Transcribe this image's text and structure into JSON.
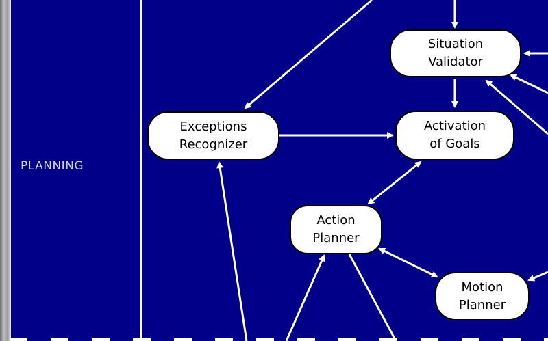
{
  "diagram": {
    "lane_label": "PLANNING",
    "nodes": {
      "situation_validator": "Situation\nValidator",
      "exceptions_recognizer": "Exceptions\nRecognizer",
      "activation_of_goals": "Activation\nof Goals",
      "action_planner": "Action\nPlanner",
      "motion_planner": "Motion\nPlanner"
    },
    "edges": [
      {
        "from": "top",
        "to": "situation_validator"
      },
      {
        "from": "top",
        "to": "exceptions_recognizer"
      },
      {
        "from": "right",
        "to": "situation_validator"
      },
      {
        "from": "situation_validator",
        "to": "activation_of_goals"
      },
      {
        "from": "exceptions_recognizer",
        "to": "activation_of_goals"
      },
      {
        "from": "bottom",
        "to": "exceptions_recognizer"
      },
      {
        "from": "activation_of_goals",
        "to": "action_planner",
        "bidirectional": true
      },
      {
        "from": "action_planner",
        "to": "motion_planner",
        "bidirectional": true
      },
      {
        "from": "bottom",
        "to": "action_planner"
      },
      {
        "from": "right",
        "to": "motion_planner"
      }
    ]
  },
  "colors": {
    "background": "#000088",
    "lines": "#ffffff",
    "node_fill": "#ffffff",
    "node_border": "#000000"
  }
}
